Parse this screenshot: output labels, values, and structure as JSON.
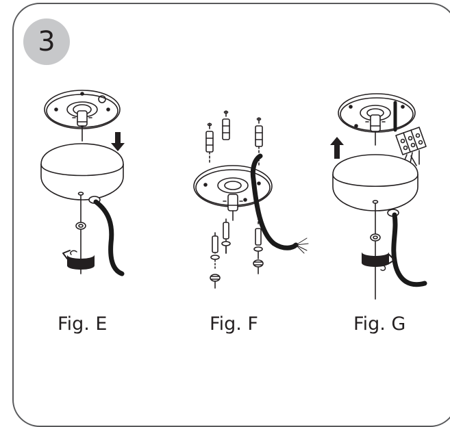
{
  "step": {
    "number": "3"
  },
  "figures": [
    {
      "label": "Fig. E"
    },
    {
      "label": "Fig. F"
    },
    {
      "label": "Fig. G"
    }
  ],
  "colors": {
    "outline": "#231f20",
    "frame": "#58595b",
    "badge": "#c7c8ca",
    "cable": "#1a1a1a"
  },
  "icons": [
    "arrow-down-icon",
    "arrow-up-icon",
    "rotate-arrow-icon",
    "terminal-block-icon"
  ]
}
